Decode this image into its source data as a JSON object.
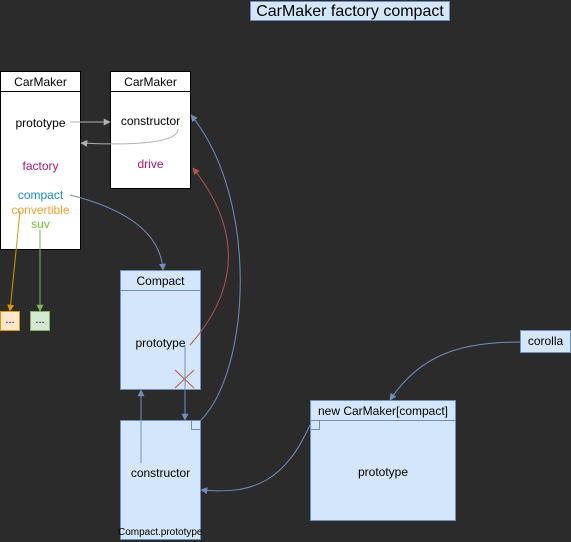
{
  "title": "CarMaker factory compact",
  "carmaker_fn": {
    "header": "CarMaker",
    "prototype": "prototype",
    "factory": "factory",
    "compact": "compact",
    "convertible": "convertible",
    "suv": "suv"
  },
  "carmaker_proto": {
    "header": "CarMaker",
    "constructor": "constructor",
    "drive": "drive"
  },
  "compact_fn": {
    "header": "Compact",
    "prototype": "prototype"
  },
  "compact_proto": {
    "constructor": "constructor",
    "caption": "Compact.prototype"
  },
  "instance": {
    "header": "new CarMaker[compact]",
    "prototype": "prototype"
  },
  "corolla": "corolla",
  "ellipsis": "...",
  "colors": {
    "background": "#2b2b2b",
    "blue_fill": "#d4e6fb",
    "blue_border": "#6f8fbf",
    "factory": "#b5166f",
    "compact": "#1a8ad4",
    "convertible": "#f0a030",
    "suv": "#6cc22f",
    "red_arrow": "#b85450"
  }
}
